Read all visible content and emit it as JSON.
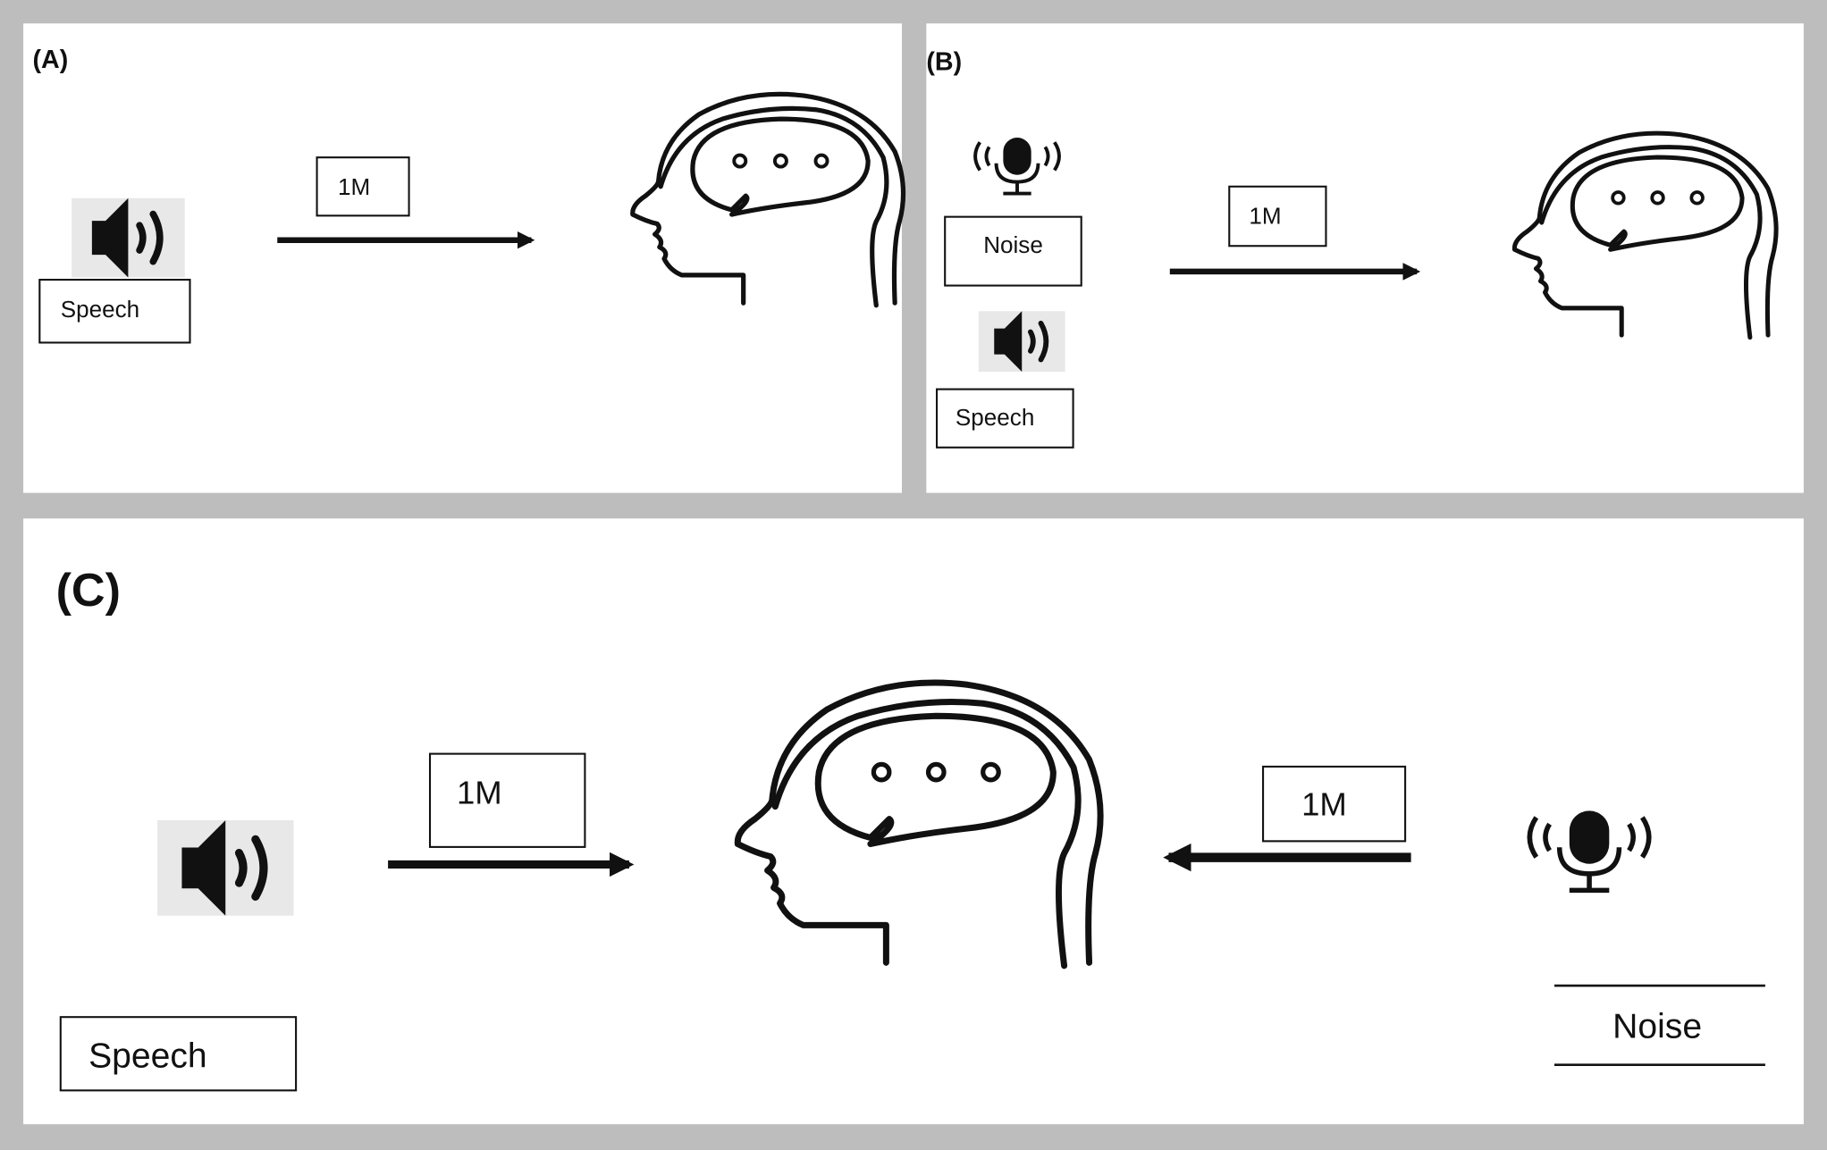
{
  "panels": {
    "a": {
      "label": "(A)",
      "distance": "1M",
      "source": "Speech"
    },
    "b": {
      "label": "(B)",
      "distance": "1M",
      "noise": "Noise",
      "speech": "Speech"
    },
    "c": {
      "label": "(C)",
      "distance_speech": "1M",
      "distance_noise": "1M",
      "speech": "Speech",
      "noise": "Noise"
    }
  },
  "icons": {
    "speaker": "speaker-icon",
    "microphone": "microphone-icon",
    "head": "head-thinking-icon"
  },
  "colors": {
    "background": "#bdbdbd",
    "panel": "#ffffff",
    "ink": "#111111",
    "icon_bg": "#e8e8e8"
  }
}
